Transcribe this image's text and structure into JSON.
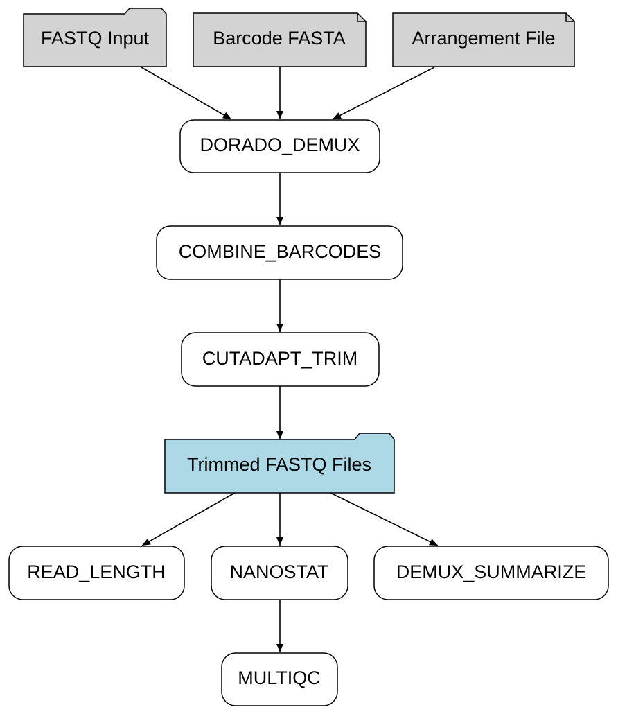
{
  "colors": {
    "input_fill": "#d3d3d3",
    "output_fill": "#add8e6",
    "process_fill": "#ffffff",
    "stroke": "#000000"
  },
  "nodes": {
    "fastq_input": {
      "label": "FASTQ Input",
      "shape": "folder",
      "role": "input"
    },
    "barcode_fasta": {
      "label": "Barcode FASTA",
      "shape": "note",
      "role": "input"
    },
    "arrangement_file": {
      "label": "Arrangement File",
      "shape": "note",
      "role": "input"
    },
    "dorado_demux": {
      "label": "DORADO_DEMUX",
      "shape": "rounded-rect",
      "role": "process"
    },
    "combine_barcodes": {
      "label": "COMBINE_BARCODES",
      "shape": "rounded-rect",
      "role": "process"
    },
    "cutadapt_trim": {
      "label": "CUTADAPT_TRIM",
      "shape": "rounded-rect",
      "role": "process"
    },
    "trimmed_fastq_files": {
      "label": "Trimmed FASTQ Files",
      "shape": "folder",
      "role": "output"
    },
    "read_length": {
      "label": "READ_LENGTH",
      "shape": "rounded-rect",
      "role": "process"
    },
    "nanostat": {
      "label": "NANOSTAT",
      "shape": "rounded-rect",
      "role": "process"
    },
    "demux_summarize": {
      "label": "DEMUX_SUMMARIZE",
      "shape": "rounded-rect",
      "role": "process"
    },
    "multiqc": {
      "label": "MULTIQC",
      "shape": "rounded-rect",
      "role": "process"
    }
  },
  "edges": [
    {
      "from": "fastq_input",
      "to": "dorado_demux"
    },
    {
      "from": "barcode_fasta",
      "to": "dorado_demux"
    },
    {
      "from": "arrangement_file",
      "to": "dorado_demux"
    },
    {
      "from": "dorado_demux",
      "to": "combine_barcodes"
    },
    {
      "from": "combine_barcodes",
      "to": "cutadapt_trim"
    },
    {
      "from": "cutadapt_trim",
      "to": "trimmed_fastq_files"
    },
    {
      "from": "trimmed_fastq_files",
      "to": "read_length"
    },
    {
      "from": "trimmed_fastq_files",
      "to": "nanostat"
    },
    {
      "from": "trimmed_fastq_files",
      "to": "demux_summarize"
    },
    {
      "from": "nanostat",
      "to": "multiqc"
    }
  ]
}
